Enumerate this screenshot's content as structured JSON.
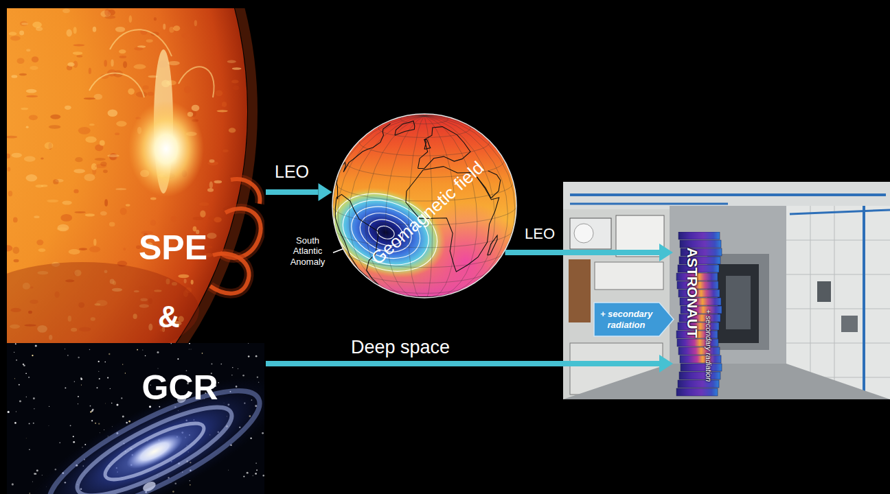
{
  "diagram": {
    "nodes": [
      {
        "text": [
          "SPE"
        ]
      },
      {
        "text": [
          "GCR"
        ]
      },
      {
        "text": [
          "Geomagnetic field"
        ]
      },
      {
        "text": [
          "+ secondary radiation"
        ]
      },
      {
        "text": [
          "ASTRONAUT",
          "+ secondary radiation"
        ]
      }
    ],
    "edges": [
      {
        "from": 0,
        "to": 2,
        "arrow": "to",
        "label": "LEO"
      },
      {
        "from": 2,
        "to": 4,
        "arrow": "to",
        "label": "LEO"
      },
      {
        "from": 1,
        "to": 4,
        "arrow": "to",
        "label": "Deep space"
      }
    ],
    "labels": [
      "&",
      "South Atlantic Anomaly"
    ]
  }
}
